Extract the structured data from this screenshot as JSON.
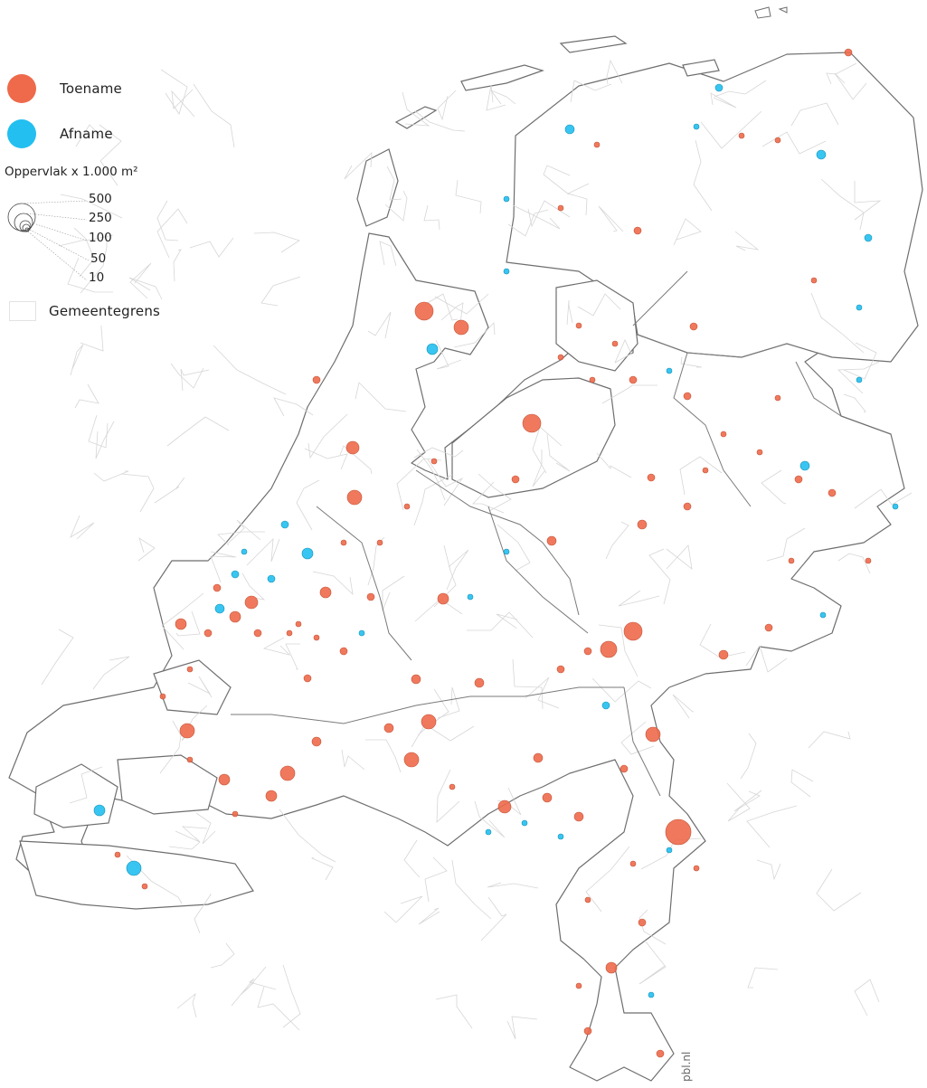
{
  "legend": {
    "increase": {
      "label": "Toename",
      "color": "#ee6a4b"
    },
    "decrease": {
      "label": "Afname",
      "color": "#22bff0"
    },
    "size_title": "Oppervlak  x 1.000 m²",
    "sizes": [
      "500",
      "250",
      "100",
      "50",
      "10"
    ],
    "boundary_label": "Gemeentegrens"
  },
  "credit": "pbl.nl",
  "colors": {
    "boundary": "#6e6e6e",
    "municipal": "#d6d6d6",
    "land": "#ffffff"
  }
}
